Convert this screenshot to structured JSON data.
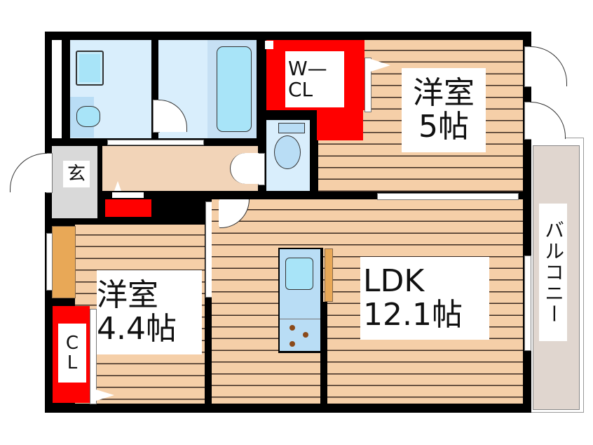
{
  "floor_plan": {
    "rooms": {
      "western_room_5": {
        "name": "洋室",
        "size": "5帖"
      },
      "western_room_44": {
        "name": "洋室",
        "size": "4.4帖"
      },
      "ldk": {
        "name": "LDK",
        "size": "12.1帖"
      },
      "walk_in_closet": {
        "line1": "W—",
        "line2": "CL"
      },
      "closet": {
        "line1": "C",
        "line2": "L"
      },
      "entrance": {
        "name": "玄"
      },
      "balcony": {
        "name": "バルコニー"
      }
    },
    "colors": {
      "wall": "#000000",
      "floor": "#f5cfa8",
      "floor_line": "#3a2a20",
      "closet": "#ff0000",
      "wet_area": "#d9eefc",
      "fixture": "#a8e4f8",
      "entrance": "#d9d9d9",
      "balcony": "#e0d6cf",
      "hallway": "#f2d4b8",
      "counter": "#e8a857"
    }
  }
}
